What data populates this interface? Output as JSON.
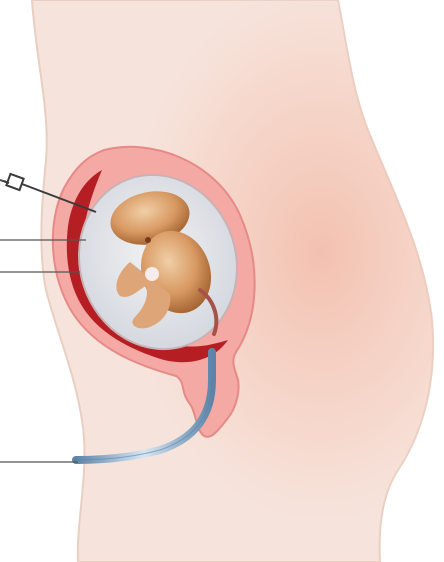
{
  "figure": {
    "subject": "amniocentesis-sagittal-view",
    "colors": {
      "background": "#ffffff",
      "body_skin": "#f6e4dc",
      "body_outline": "#eacfc2",
      "abdomen_blush": "#f2b4a0",
      "uterine_wall": "#f4a9a4",
      "uterine_wall_edge": "#e58a86",
      "placenta": "#b51f24",
      "amniotic_sac": "#d9dde3",
      "amniotic_fluid": "#eceef1",
      "fetus_light": "#e4b58c",
      "fetus_dark": "#9b5a2a",
      "needle": "#3a3a3a",
      "catheter": "#7fa3c4",
      "leader_line": "#555555"
    },
    "leader_lines": [
      {
        "name": "needle-callout",
        "points_to": "needle"
      },
      {
        "name": "amniotic-fluid-callout",
        "points_to": "amniotic fluid"
      },
      {
        "name": "placenta-callout",
        "points_to": "placenta"
      },
      {
        "name": "catheter-callout",
        "points_to": "catheter"
      }
    ]
  }
}
